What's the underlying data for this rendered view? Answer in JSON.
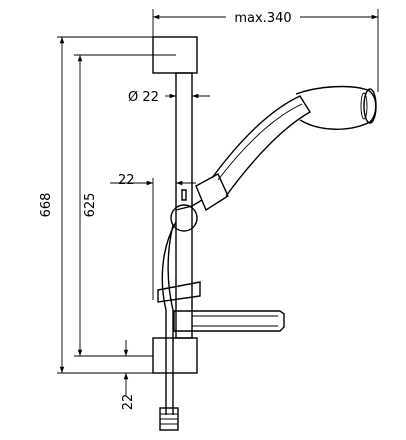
{
  "dimensions": {
    "max_width": "max.340",
    "diameter": "Ø 22",
    "height_total": "668",
    "height_bar": "625",
    "offset_side": "22",
    "offset_bottom": "22"
  }
}
